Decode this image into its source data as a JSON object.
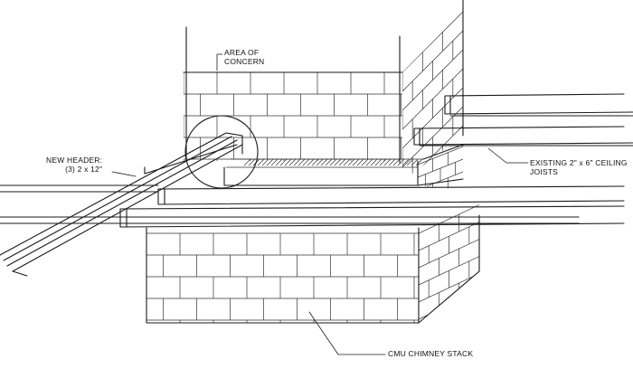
{
  "labels": {
    "area_of_concern": [
      "AREA OF",
      "CONCERN"
    ],
    "new_header": [
      "NEW HEADER:",
      "(3) 2 x 12\""
    ],
    "ceiling_joists": [
      "EXISTING 2\" x 6\" CEILING",
      "JOISTS"
    ],
    "chimney_stack": [
      "CMU CHIMNEY STACK"
    ]
  },
  "colors": {
    "line": "#1a1a1a",
    "background": "#ffffff"
  }
}
